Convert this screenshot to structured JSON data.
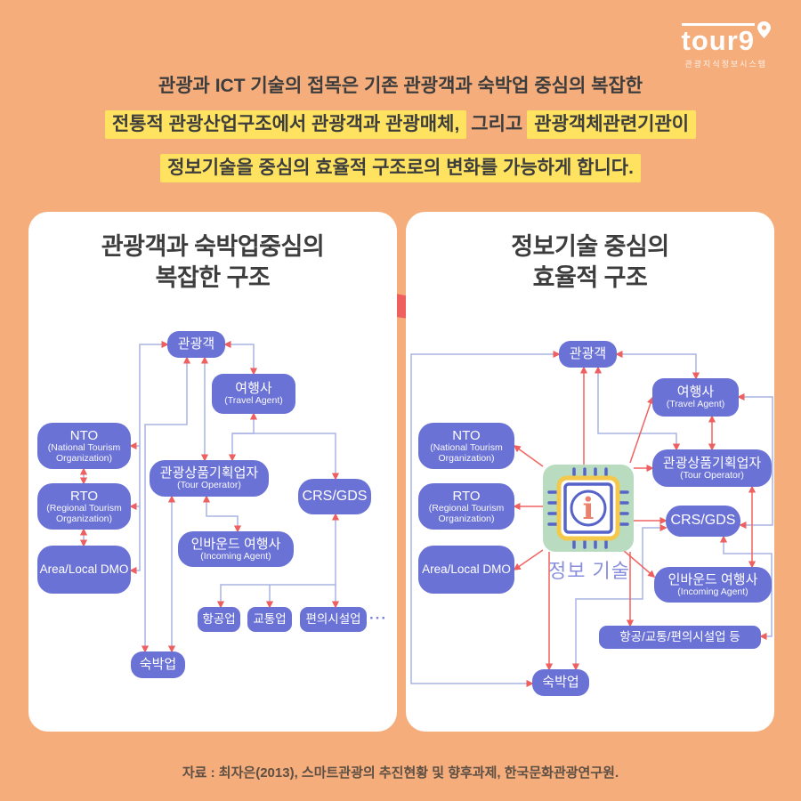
{
  "logo": {
    "text": "tour9",
    "tagline": "관광지식정보시스템"
  },
  "header": {
    "line1": "관광과 ICT 기술의 접목은 기존 관광객과 숙박업 중심의 복잡한",
    "line2_highlight1": "전통적 관광산업구조에서 관광객과 관광매체,",
    "line2_plain": "그리고",
    "line2_highlight2": "관광객체관련기관이",
    "line3_highlight": "정보기술을 중심의 효율적 구조로의 변화를 가능하게 합니다."
  },
  "left_panel": {
    "title_line1": "관광객과 숙박업중심의",
    "title_line2": "복잡한 구조",
    "nodes": {
      "tourist": {
        "label": "관광객"
      },
      "travel_agent": {
        "label": "여행사",
        "sublabel": "(Travel Agent)"
      },
      "nto": {
        "label": "NTO",
        "sublabel": "(National Tourism Organization)"
      },
      "tour_operator": {
        "label": "관광상품기획업자",
        "sublabel": "(Tour Operator)"
      },
      "crs": {
        "label": "CRS/GDS"
      },
      "rto": {
        "label": "RTO",
        "sublabel": "(Regional Tourism Organization)"
      },
      "incoming_agent": {
        "label": "인바운드 여행사",
        "sublabel": "(Incoming Agent)"
      },
      "dmo": {
        "label": "Area/Local DMO"
      },
      "airline": {
        "label": "항공업"
      },
      "transport": {
        "label": "교통업"
      },
      "convenience": {
        "label": "편의시설업"
      },
      "lodging": {
        "label": "숙박업"
      },
      "ellipsis": "···"
    }
  },
  "right_panel": {
    "title_line1": "정보기술 중심의",
    "title_line2": "효율적 구조",
    "center_label": "정보 기술",
    "center_icon": "info-chip-icon",
    "nodes": {
      "tourist": {
        "label": "관광객"
      },
      "travel_agent": {
        "label": "여행사",
        "sublabel": "(Travel Agent)"
      },
      "nto": {
        "label": "NTO",
        "sublabel": "(National Tourism Organization)"
      },
      "rto": {
        "label": "RTO",
        "sublabel": "(Regional Tourism Organization)"
      },
      "dmo": {
        "label": "Area/Local DMO"
      },
      "tour_operator": {
        "label": "관광상품기획업자",
        "sublabel": "(Tour Operator)"
      },
      "crs": {
        "label": "CRS/GDS"
      },
      "incoming_agent": {
        "label": "인바운드 여행사",
        "sublabel": "(Incoming Agent)"
      },
      "industries": {
        "label": "항공/교통/편의시설업 등"
      },
      "lodging": {
        "label": "숙박업"
      }
    }
  },
  "source": "자료 : 최자은(2013), 스마트관광의 추진현황 및 향후과제, 한국문화관광연구원.",
  "colors": {
    "background": "#f5ad7c",
    "highlight": "#ffe25f",
    "node": "#6b72d6",
    "line": "#a9b3e4",
    "accent_red": "#ee5f5f",
    "chip_bg": "#b9dcc1"
  }
}
